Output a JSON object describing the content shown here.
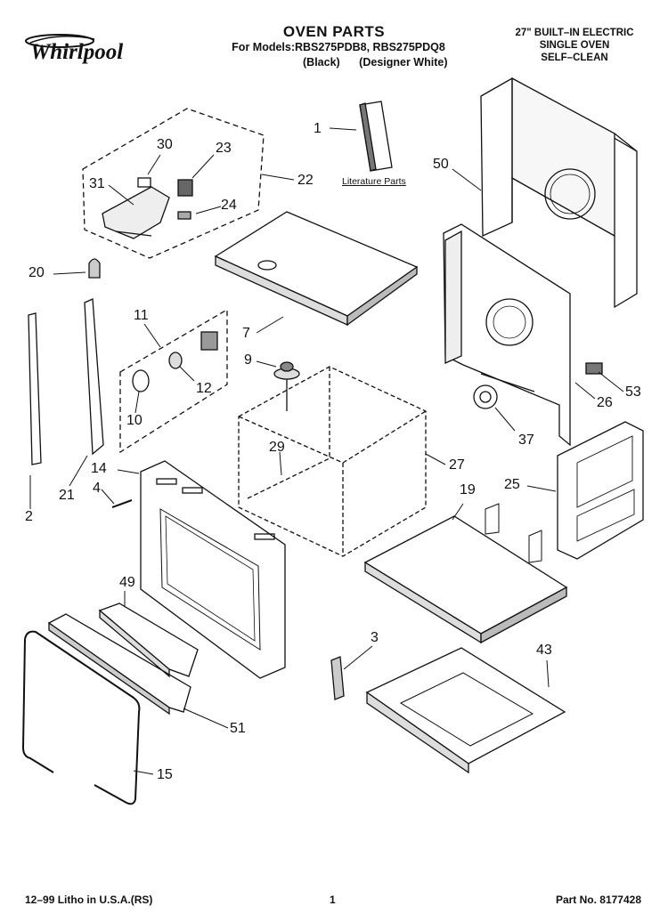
{
  "header": {
    "brand": "Whirlpool",
    "title": "OVEN PARTS",
    "models": "For Models:RBS275PDB8, RBS275PDQ8",
    "variants": [
      "(Black)",
      "(Designer White)"
    ],
    "product_lines": [
      "27\" BUILT–IN ELECTRIC",
      "SINGLE OVEN",
      "SELF–CLEAN"
    ]
  },
  "literature_caption": "Literature Parts",
  "callouts": [
    "1",
    "30",
    "23",
    "31",
    "22",
    "24",
    "50",
    "20",
    "11",
    "7",
    "9",
    "12",
    "10",
    "26",
    "53",
    "29",
    "37",
    "14",
    "27",
    "4",
    "21",
    "2",
    "19",
    "25",
    "49",
    "3",
    "43",
    "51",
    "15"
  ],
  "footer": {
    "litho": "12–99 Litho in U.S.A.(RS)",
    "page": "1",
    "part_no": "Part No. 8177428"
  }
}
